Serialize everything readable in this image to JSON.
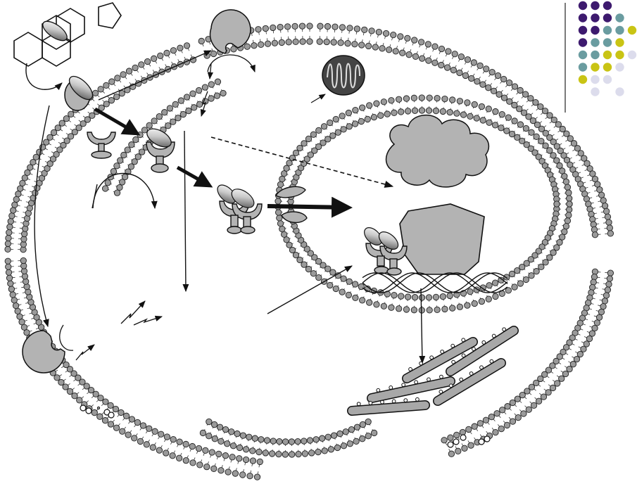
{
  "colors": {
    "background": "#ffffff",
    "membrane_head": "#9a9a9a",
    "membrane_outline": "#222222",
    "protein_fill": "#b3b3b3",
    "outline": "#111111",
    "dot_palette": [
      "#3d1a6e",
      "#6a9ca0",
      "#c9c414",
      "#dcdcec"
    ]
  },
  "icons": [
    "steroid-molecule-icon",
    "hormone-ellipse-icon",
    "receptor-protein-icon",
    "membrane-protein-icon",
    "mitochondrion-icon",
    "ribosome-icon",
    "dna-helix-icon",
    "rna-polymerase-icon",
    "endoplasmic-reticulum-icon",
    "color-dot-palette-icon"
  ],
  "palette_grid": [
    [
      0,
      0,
      0,
      -1,
      -1
    ],
    [
      0,
      0,
      0,
      1,
      -1
    ],
    [
      0,
      0,
      1,
      1,
      2
    ],
    [
      0,
      1,
      1,
      2,
      -1
    ],
    [
      1,
      1,
      2,
      2,
      3
    ],
    [
      1,
      2,
      2,
      3,
      -1
    ],
    [
      2,
      3,
      3,
      -1,
      -1
    ],
    [
      -1,
      3,
      -1,
      3,
      -1
    ]
  ]
}
